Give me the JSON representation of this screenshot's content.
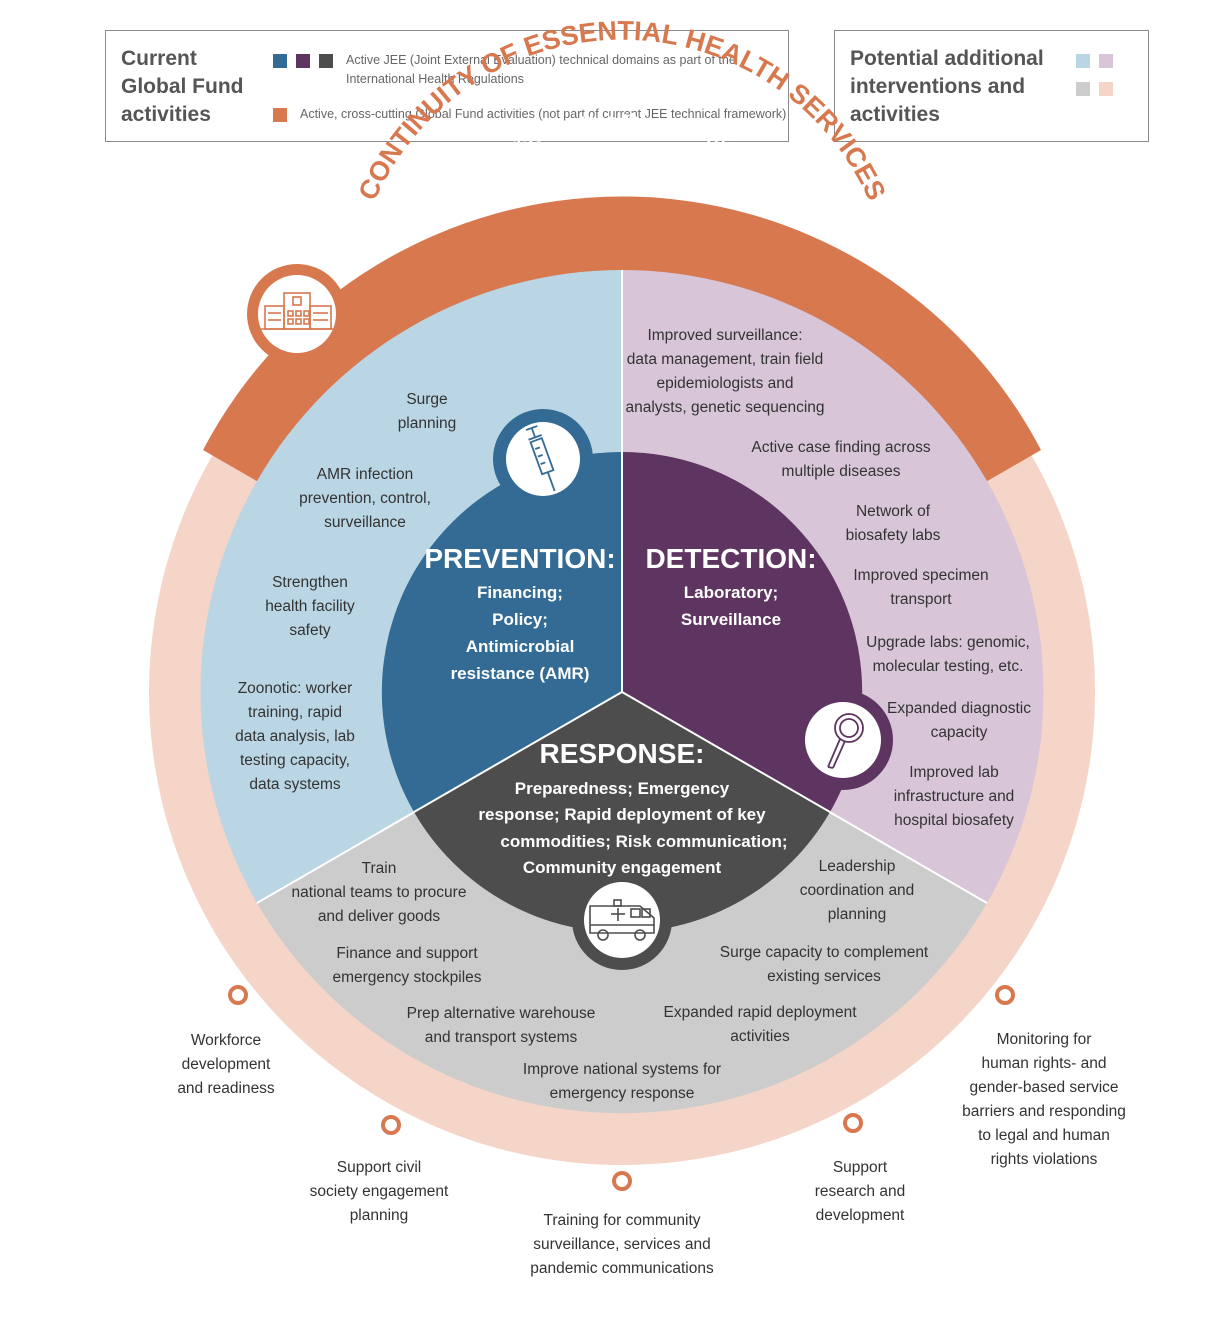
{
  "legend": {
    "current_title": [
      "Current",
      "Global Fund",
      "activities"
    ],
    "jee_text": [
      "Active JEE (Joint External Evaluation) technical domains as part of the",
      "International Health Regulations"
    ],
    "crosscut_text": "Active, cross-cutting Global Fund activities (not part of current JEE technical framework)",
    "potential_title": [
      "Potential additional",
      "interventions and",
      "activities"
    ],
    "colors": {
      "prevention": "#336b94",
      "detection": "#5e3460",
      "response": "#4d4d4d",
      "crosscut": "#d8784f",
      "light_prevention": "#bad6e4",
      "light_detection": "#d8c5d8",
      "light_response": "#cccccc",
      "light_crosscut": "#f5d5c8"
    }
  },
  "outer": {
    "arc_title": "CONTINUITY OF ESSENTIAL HEALTH SERVICES",
    "band_title": "Community systems, Health workforce development"
  },
  "core": {
    "prevention": {
      "title": "PREVENTION:",
      "lines": [
        "Financing;",
        "Policy;",
        "Antimicrobial",
        "resistance (AMR)"
      ]
    },
    "detection": {
      "title": "DETECTION:",
      "lines": [
        "Laboratory;",
        "Surveillance"
      ]
    },
    "response": {
      "title": "RESPONSE:",
      "lines": [
        "Preparedness; Emergency",
        "response; Rapid deployment of key",
        "commodities; Risk communication;",
        "Community engagement"
      ]
    }
  },
  "prevention_items": [
    [
      "Surge",
      "planning"
    ],
    [
      "AMR infection",
      "prevention, control,",
      "surveillance"
    ],
    [
      "Strengthen",
      "health facility",
      "safety"
    ],
    [
      "Zoonotic: worker",
      "training, rapid",
      "data analysis, lab",
      "testing capacity,",
      "data systems"
    ]
  ],
  "detection_items": [
    [
      "Improved surveillance:",
      "data management, train field",
      "epidemiologists and",
      "analysts, genetic sequencing"
    ],
    [
      "Active case finding across",
      "multiple diseases"
    ],
    [
      "Network of",
      "biosafety labs"
    ],
    [
      "Improved specimen",
      "transport"
    ],
    [
      "Upgrade labs: genomic,",
      "molecular testing, etc."
    ],
    [
      "Expanded diagnostic",
      "capacity"
    ],
    [
      "Improved lab",
      "infrastructure and",
      "hospital biosafety"
    ]
  ],
  "response_items": [
    [
      "Train",
      "national teams to procure",
      "and deliver goods"
    ],
    [
      "Leadership",
      "coordination and",
      "planning"
    ],
    [
      "Finance and support",
      "emergency stockpiles"
    ],
    [
      "Surge capacity to complement",
      "existing services"
    ],
    [
      "Prep alternative warehouse",
      "and transport systems"
    ],
    [
      "Expanded rapid deployment",
      "activities"
    ],
    [
      "Improve national systems for",
      "emergency response"
    ]
  ],
  "outer_items": [
    [
      "Workforce",
      "development",
      "and readiness"
    ],
    [
      "Support civil",
      "society engagement",
      "planning"
    ],
    [
      "Training for community",
      "surveillance, services and",
      "pandemic communications"
    ],
    [
      "Support",
      "research and",
      "development"
    ],
    [
      "Monitoring for",
      "human rights- and",
      "gender-based service",
      "barriers and responding",
      "to legal and human",
      "rights violations"
    ]
  ],
  "icons": [
    "hospital-icon",
    "syringe-icon",
    "magnifier-icon",
    "ambulance-icon"
  ]
}
